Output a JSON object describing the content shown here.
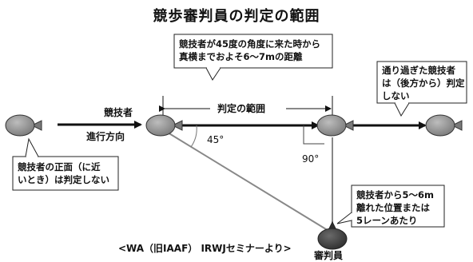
{
  "title": "競歩審判員の判定の範囲",
  "labels": {
    "athlete": "競技者",
    "direction": "進行方向",
    "range": "判定の範囲",
    "angle45": "45°",
    "angle90": "90°",
    "judge": "審判員",
    "source": "<WA（旧IAAF） IRWJセミナーより>"
  },
  "callouts": {
    "top": "競技者が45度の角度に来た時から\n真横までおよそ6～7mの距離",
    "passed": "通り過ぎた競技者\nは（後方から）判定\nしない",
    "front": "競技者の正面（に近\nいとき）は判定しない",
    "judge_distance": "競技者から5～6m\n離れた位置または\n5レーンあたり"
  }
}
